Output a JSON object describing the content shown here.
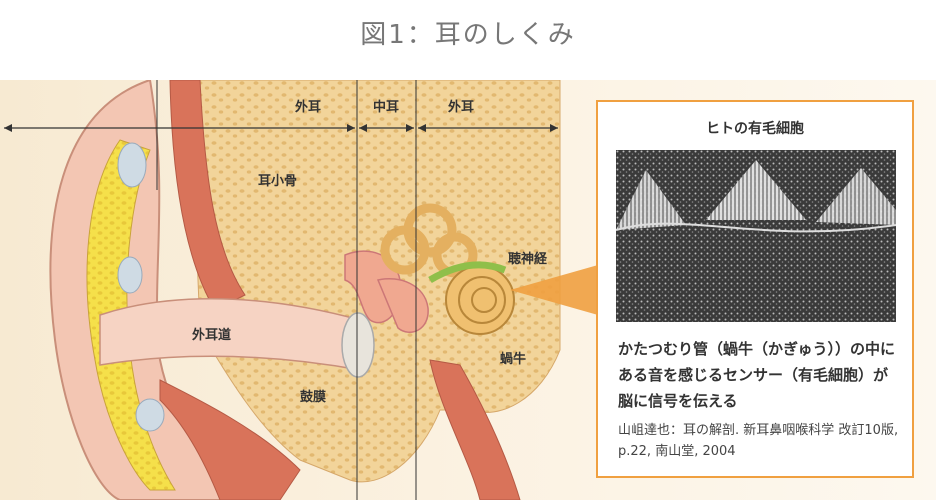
{
  "title": "図1：耳のしくみ",
  "labels": {
    "outer_ear_left": "外耳",
    "middle_ear": "中耳",
    "outer_ear_right": "外耳",
    "ossicles": "耳小骨",
    "auditory_nerve": "聴神経",
    "ear_canal": "外耳道",
    "cochlea": "蝸牛",
    "eardrum": "鼓膜"
  },
  "panel": {
    "title": "ヒトの有毛細胞",
    "description": "かたつむり管（蝸牛（かぎゅう））の中にある音を感じるセンサー（有毛細胞）が脳に信号を伝える",
    "citation": "山岨達也：耳の解剖. 新耳鼻咽喉科学 改訂10版, p.22, 南山堂, 2004"
  },
  "colors": {
    "accent": "#f0a040",
    "bone": "#f2d49a",
    "skin": "#f3c6b3",
    "muscle": "#d9735a"
  }
}
